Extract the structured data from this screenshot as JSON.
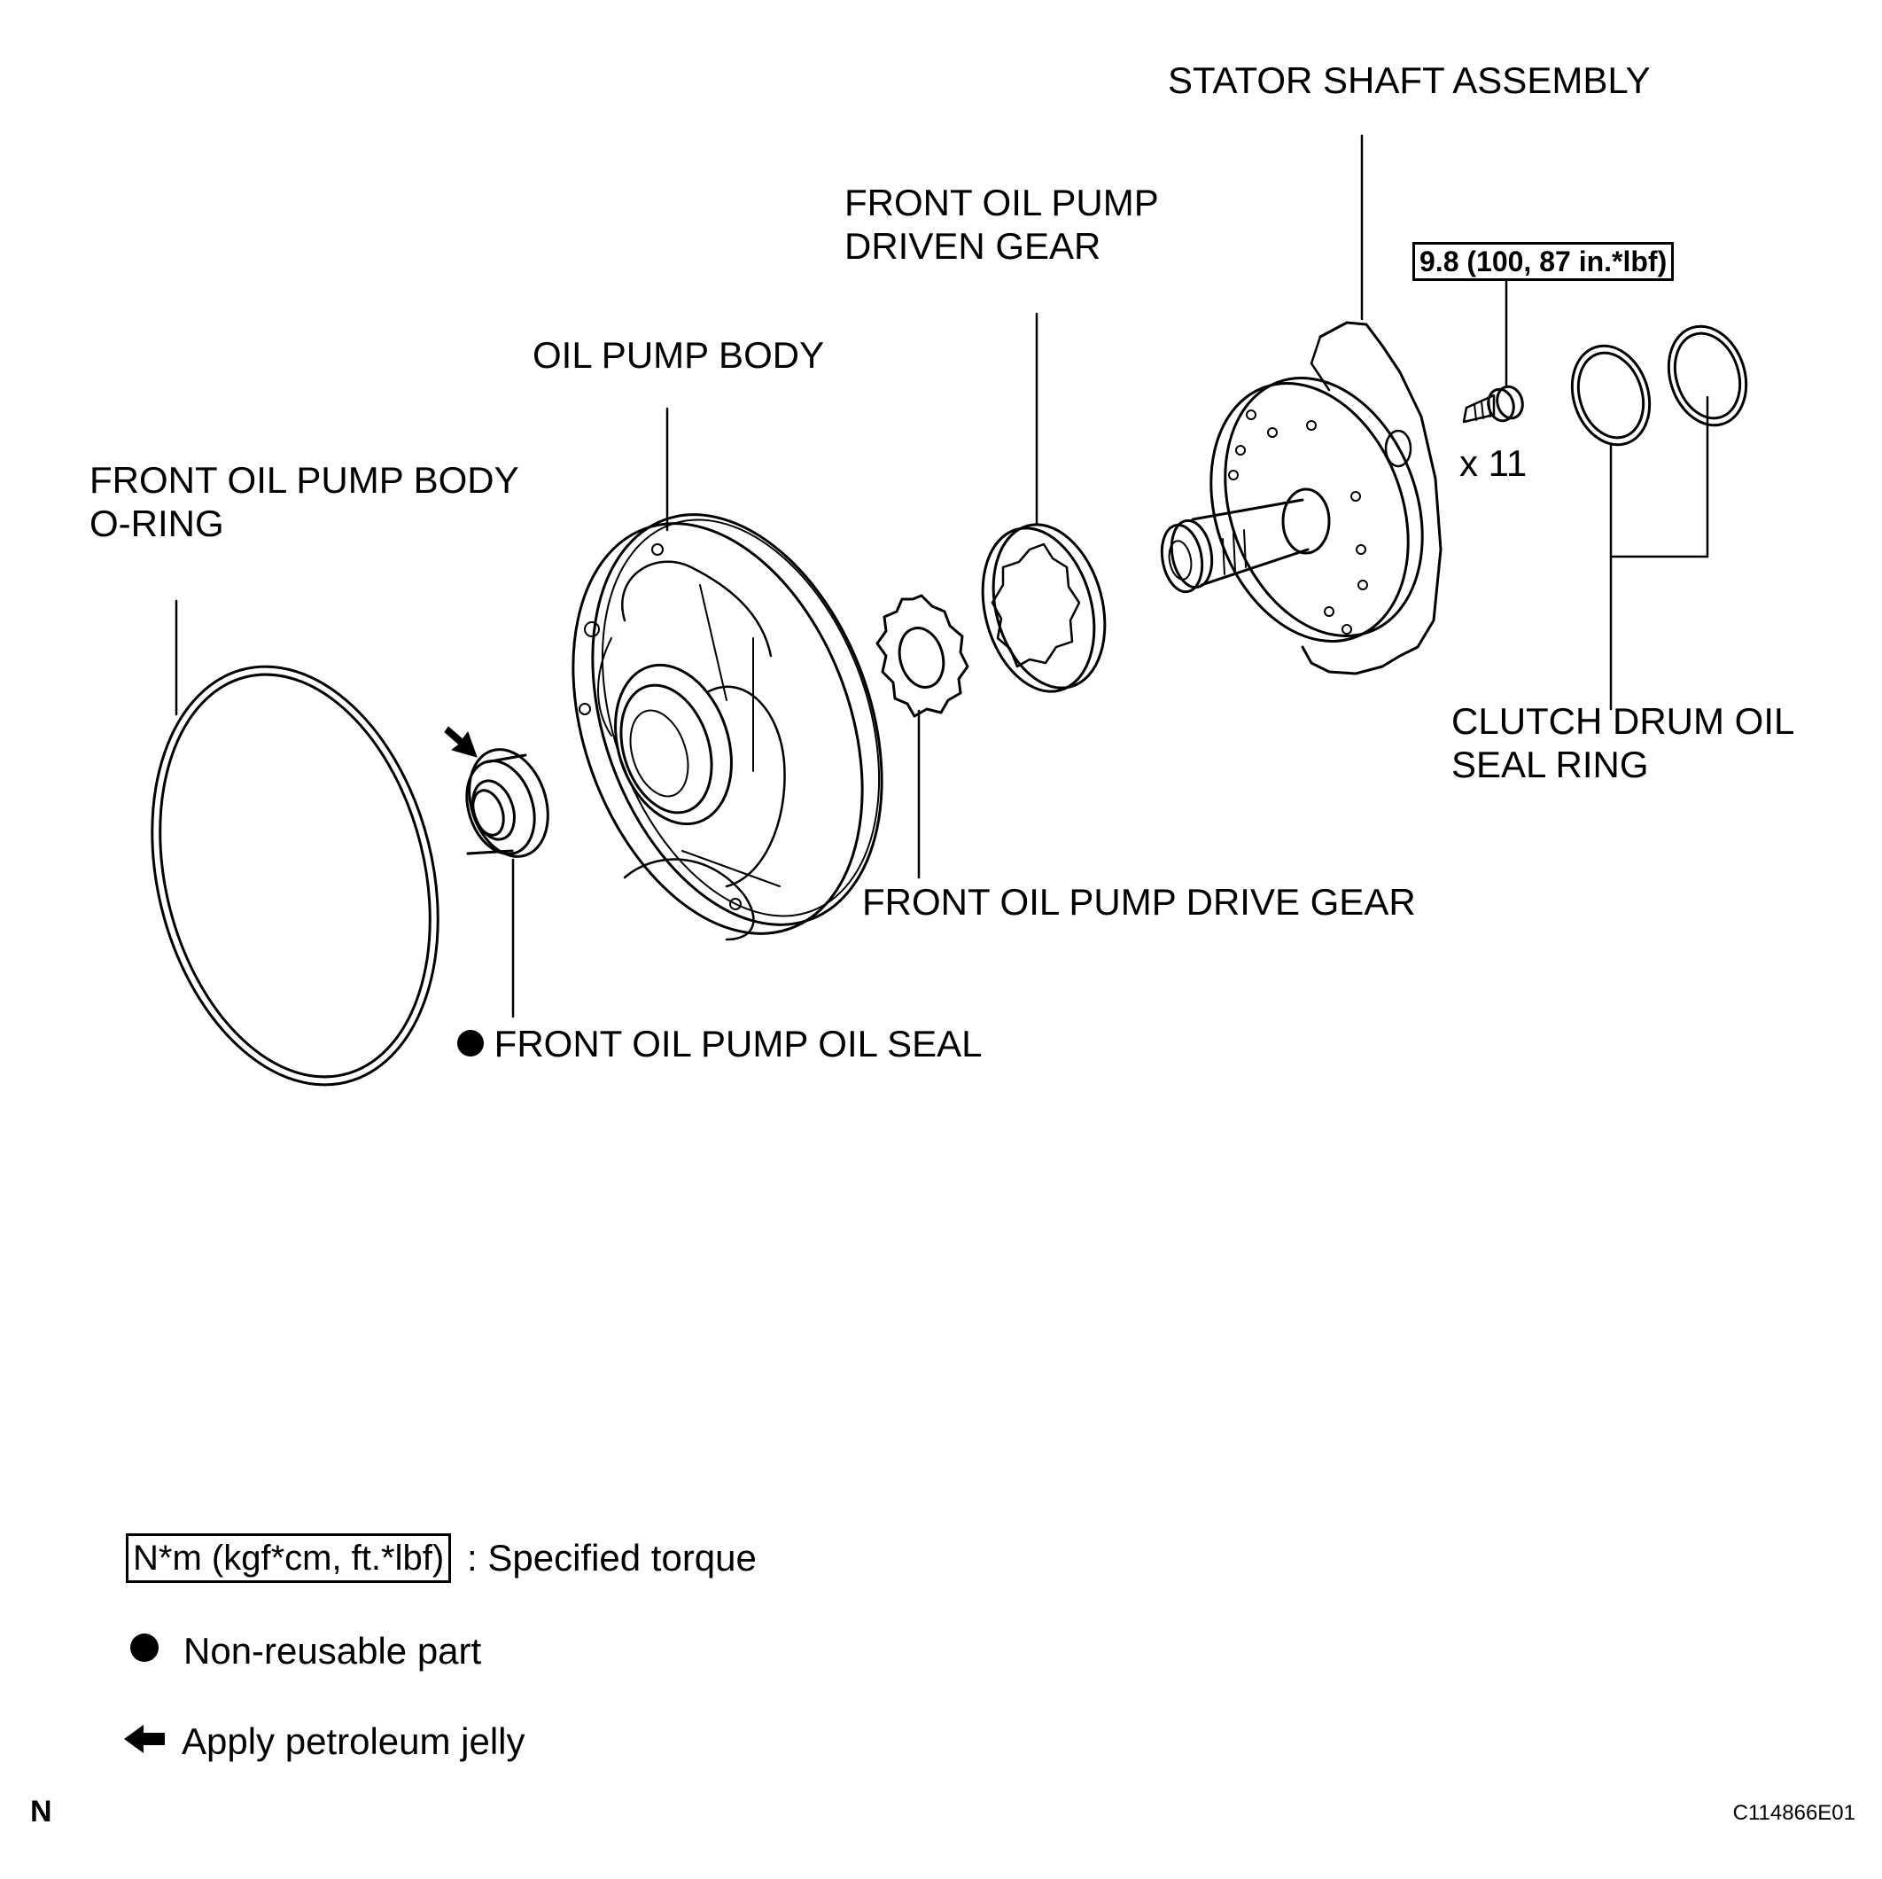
{
  "parts": {
    "stator_shaft": "STATOR SHAFT ASSEMBLY",
    "driven_gear_line1": "FRONT OIL PUMP",
    "driven_gear_line2": "DRIVEN GEAR",
    "pump_body": "OIL PUMP BODY",
    "oring_line1": "FRONT OIL PUMP BODY",
    "oring_line2": "O-RING",
    "clutch_ring_line1": "CLUTCH DRUM OIL",
    "clutch_ring_line2": "SEAL RING",
    "drive_gear": "FRONT OIL PUMP DRIVE GEAR",
    "oil_seal": "FRONT OIL PUMP OIL SEAL"
  },
  "bolt": {
    "torque": "9.8 (100, 87 in.*lbf)",
    "quantity": "x 11"
  },
  "legend": {
    "torque_units": "N*m (kgf*cm, ft.*lbf)",
    "torque_desc": ": Specified torque",
    "nonreusable_desc": "Non-reusable part",
    "jelly_desc": "Apply petroleum jelly"
  },
  "footer": {
    "view_letter": "N",
    "figure_id": "C114866E01"
  },
  "icons": [
    "solid-dot-icon",
    "arrow-left-icon",
    "arrow-down-right-icon"
  ]
}
